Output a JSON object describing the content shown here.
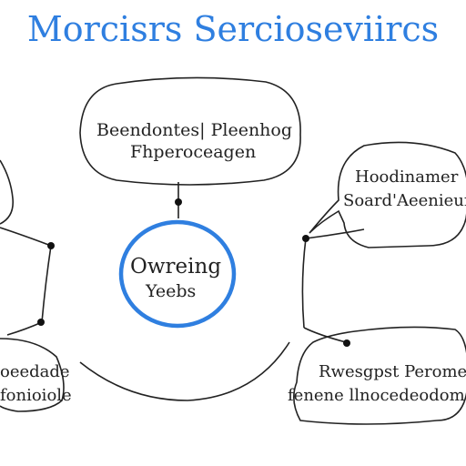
{
  "title": "Morcisrs Sercioseviircs",
  "colors": {
    "accent": "#2f7fe0",
    "ink": "#222222"
  },
  "nodes": {
    "top": {
      "line1": "Beendontes| Pleenhog",
      "line2": "Fhperoceagen"
    },
    "center": {
      "line1": "Owreing",
      "line2": "Yeebs"
    },
    "right_upper": {
      "line1": "Hoodinamer",
      "line2": "Soard'Aeenieun"
    },
    "right_lower": {
      "line1": "Rwesgpst Peromen",
      "line2": "fenene llnocedeodom"
    },
    "left_lower": {
      "line1": "oeedade",
      "line2": "fonioiole"
    }
  }
}
